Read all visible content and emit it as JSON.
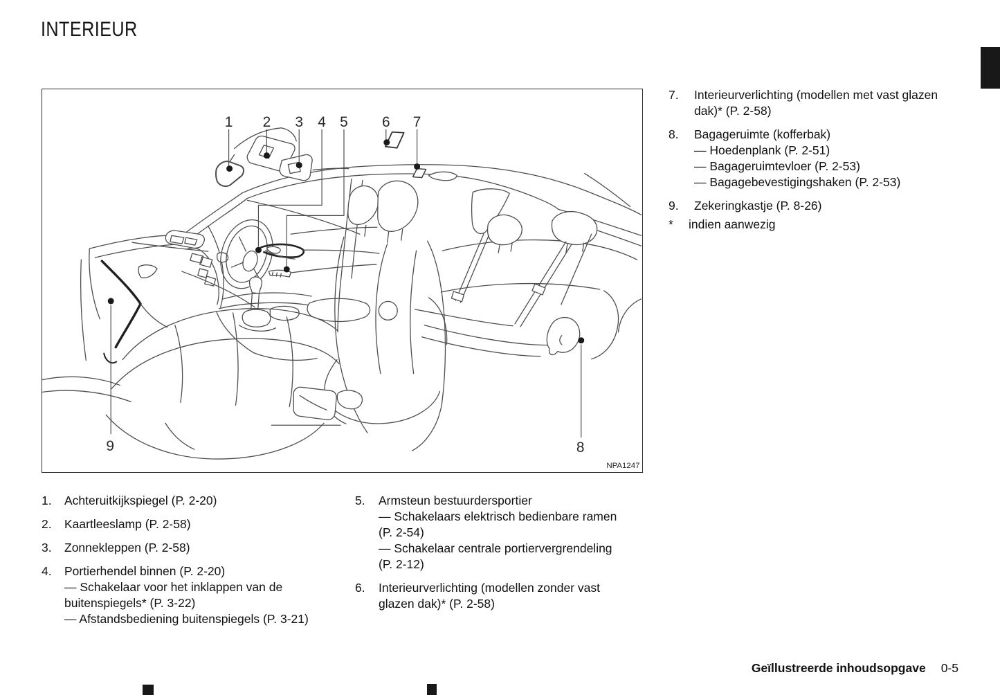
{
  "page": {
    "title": "INTERIEUR",
    "footer": {
      "section": "Geïllustreerde inhoudsopgave",
      "page_number": "0-5"
    }
  },
  "diagram": {
    "figure_code": "NPA1247",
    "description": "line drawing of car interior with numbered callouts",
    "icons": {
      "interior_light_symbol": "parallelogram lamp glyph"
    },
    "callouts": [
      {
        "label": "1"
      },
      {
        "label": "2"
      },
      {
        "label": "3"
      },
      {
        "label": "4"
      },
      {
        "label": "5"
      },
      {
        "label": "6"
      },
      {
        "label": "7"
      },
      {
        "label": "8"
      },
      {
        "label": "9"
      }
    ]
  },
  "legend_left": [
    {
      "num": "1.",
      "lines": [
        "Achteruitkijkspiegel (P. 2-20)"
      ]
    },
    {
      "num": "2.",
      "lines": [
        "Kaartleeslamp (P. 2-58)"
      ]
    },
    {
      "num": "3.",
      "lines": [
        "Zonnekleppen (P. 2-58)"
      ]
    },
    {
      "num": "4.",
      "lines": [
        "Portierhendel binnen (P. 2-20)",
        "— Schakelaar voor het inklappen van de",
        "buitenspiegels* (P. 3-22)",
        "— Afstandsbediening buitenspiegels (P. 3-21)"
      ]
    }
  ],
  "legend_middle": [
    {
      "num": "5.",
      "lines": [
        "Armsteun bestuurdersportier",
        "— Schakelaars elektrisch bedienbare ramen",
        "(P. 2-54)",
        "— Schakelaar centrale portiervergrendeling",
        "(P. 2-12)"
      ]
    },
    {
      "num": "6.",
      "lines": [
        "Interieurverlichting (modellen zonder vast",
        "glazen dak)* (P. 2-58)"
      ]
    }
  ],
  "legend_right": [
    {
      "num": "7.",
      "lines": [
        "Interieurverlichting (modellen met vast glazen",
        "dak)* (P. 2-58)"
      ]
    },
    {
      "num": "8.",
      "lines": [
        "Bagageruimte (kofferbak)",
        "— Hoedenplank (P. 2-51)",
        "— Bagageruimtevloer (P. 2-53)",
        "— Bagagebevestigingshaken (P. 2-53)"
      ]
    },
    {
      "num": "9.",
      "lines": [
        "Zekeringkastje (P. 8-26)"
      ]
    },
    {
      "num": "*",
      "lines": [
        "indien aanwezig"
      ]
    }
  ],
  "colors": {
    "text": "#111111",
    "line_art": "#4d4d4d",
    "dark_accent": "#181818",
    "background": "#ffffff"
  }
}
